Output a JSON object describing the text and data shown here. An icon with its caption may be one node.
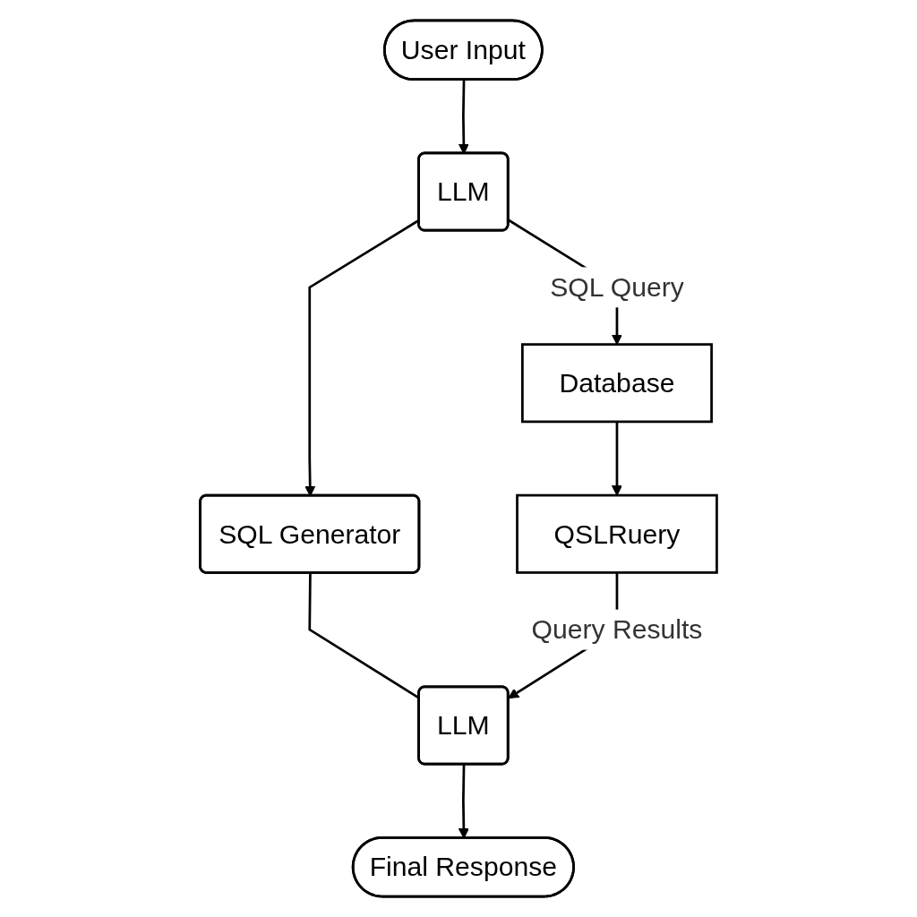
{
  "diagram": {
    "nodes": [
      {
        "text": [
          "User Input"
        ]
      },
      {
        "text": [
          "LLM"
        ]
      },
      {
        "text": [
          "Database"
        ]
      },
      {
        "text": [
          "SQL Generator"
        ]
      },
      {
        "text": [
          "LLM"
        ]
      },
      {
        "text": [
          "QSLRuery"
        ]
      },
      {
        "text": [
          "Final Response"
        ]
      }
    ],
    "edges": [
      {
        "from": 0,
        "to": 1,
        "arrow": "to"
      },
      {
        "from": 1,
        "to": 2,
        "label": "SQL Query",
        "arrow": "to"
      },
      {
        "from": 1,
        "to": 3,
        "arrow": "to"
      },
      {
        "from": 2,
        "to": 5,
        "arrow": "to"
      },
      {
        "from": 3,
        "to": 4,
        "arrow": "none"
      },
      {
        "from": 5,
        "to": 4,
        "label": "Query Results",
        "arrow": "to"
      },
      {
        "from": 4,
        "to": 6,
        "arrow": "to"
      }
    ]
  }
}
